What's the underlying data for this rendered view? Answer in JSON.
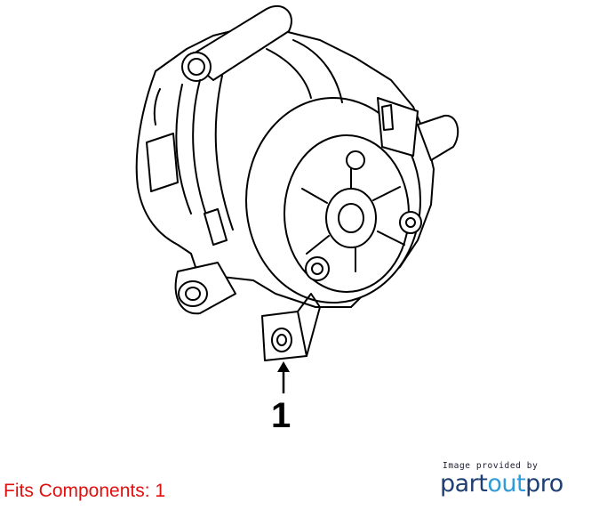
{
  "diagram": {
    "callout": "1"
  },
  "footer": {
    "fits_text": "Fits Components: 1",
    "credit_small": "Image provided by",
    "brand_part": "part",
    "brand_out": "out",
    "brand_pro": "pro"
  },
  "colors": {
    "fits_text": "#e01010",
    "brand_dark": "#1e3f73",
    "brand_light": "#2f9bd8"
  }
}
